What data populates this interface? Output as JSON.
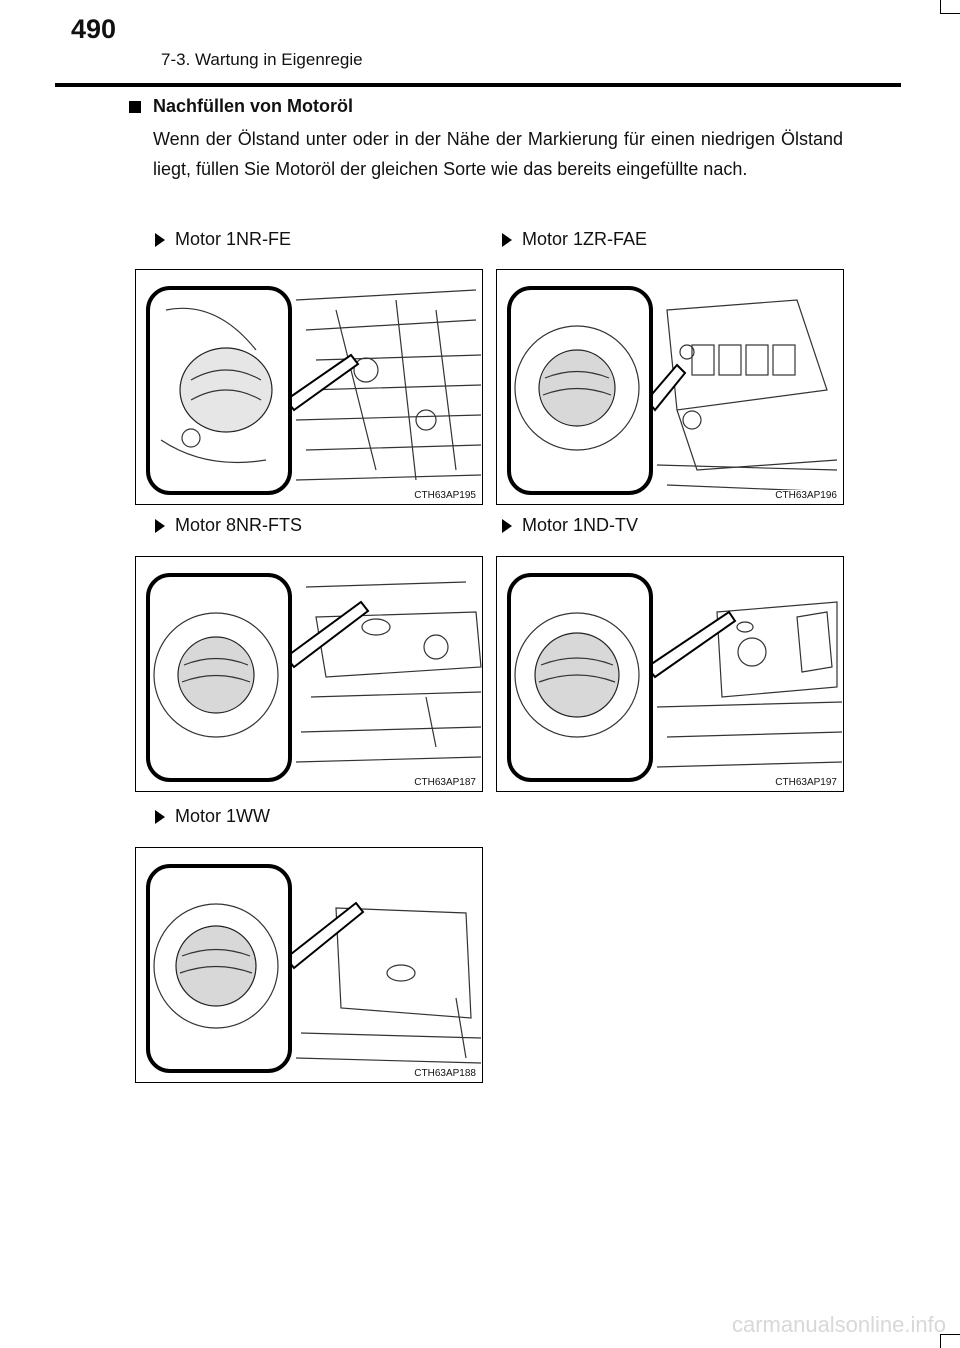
{
  "header": {
    "page_number": "490",
    "section": "7-3. Wartung in Eigenregie"
  },
  "section": {
    "title": "Nachfüllen von Motoröl",
    "body": "Wenn der Ölstand unter oder in der Nähe der Markierung für einen niedrigen Ölstand liegt, füllen Sie Motoröl der gleichen Sorte wie das bereits eingefüllte nach."
  },
  "engines": [
    {
      "label": "Motor 1NR-FE",
      "figure_code": "CTH63AP195"
    },
    {
      "label": "Motor 1ZR-FAE",
      "figure_code": "CTH63AP196"
    },
    {
      "label": "Motor 8NR-FTS",
      "figure_code": "CTH63AP187"
    },
    {
      "label": "Motor 1ND-TV",
      "figure_code": "CTH63AP197"
    },
    {
      "label": "Motor 1WW",
      "figure_code": "CTH63AP188"
    }
  ],
  "footer": {
    "watermark": "carmanualsonline.info"
  },
  "icons": {
    "section_marker": "black-square-icon",
    "list_marker": "triangle-right-icon"
  }
}
